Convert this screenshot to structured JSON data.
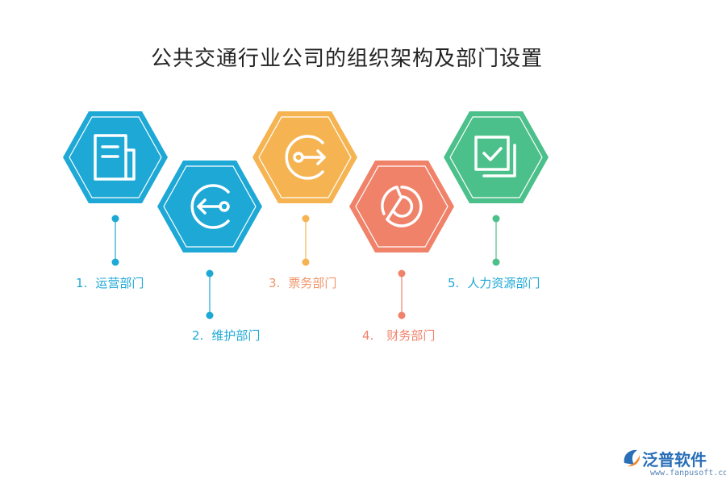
{
  "title": "公共交通行业公司的组织架构及部门设置",
  "departments": [
    {
      "num": "1.",
      "name": "运营部门",
      "color": "#1ea8d6",
      "icon": "document-icon"
    },
    {
      "num": "2.",
      "name": "维护部门",
      "color": "#1ea8d6",
      "icon": "login-arrow-icon"
    },
    {
      "num": "3.",
      "name": "票务部门",
      "color": "#f5a94f",
      "icon": "logout-arrow-icon"
    },
    {
      "num": "4.",
      "name": "财务部门",
      "color": "#f0826a",
      "icon": "pie-chart-icon"
    },
    {
      "num": "5.",
      "name": "人力资源部门",
      "color": "#4cc08a",
      "icon": "checkbox-stack-icon"
    }
  ],
  "logo": {
    "brand": "泛普软件",
    "url": "www.fanpusoft.com",
    "icon": "fanpu-logo-icon"
  }
}
